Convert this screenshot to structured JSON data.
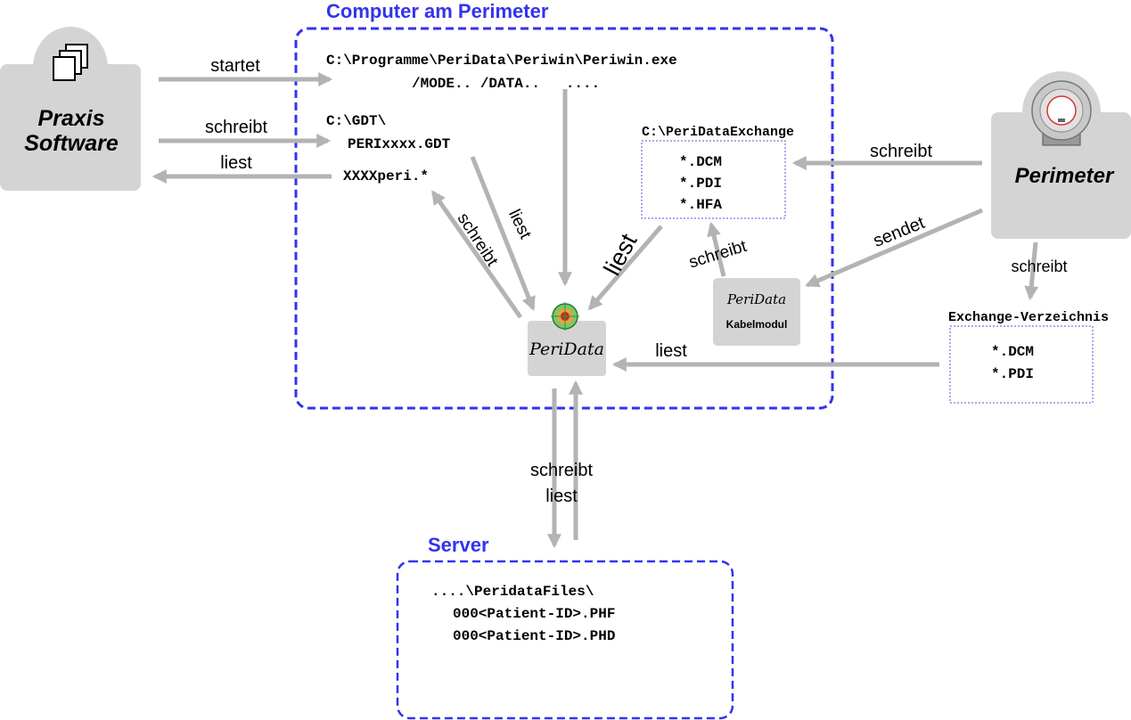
{
  "colors": {
    "frame_blue": "#3333ee",
    "arrow_gray": "#b3b3b3",
    "box_gray": "#d4d4d4",
    "box_border_blue": "#5555dd",
    "text_black": "#000000"
  },
  "boxes": {
    "computer": {
      "title": "Computer am Perimeter",
      "exe_line1": "C:\\Programme\\PeriData\\Periwin\\Periwin.exe",
      "exe_line2": "/MODE.. /DATA..   ....",
      "gdt_dir": "C:\\GDT\\",
      "gdt_file": "PERIxxxx.GDT",
      "gdt_return_file": "XXXXperi.*",
      "exchange_title": "C:\\PeriDataExchange",
      "exchange_files": [
        "*.DCM",
        "*.PDI",
        "*.HFA"
      ]
    },
    "server": {
      "title": "Server",
      "path": "....\\PeridataFiles\\",
      "files": [
        "000<Patient-ID>.PHF",
        "000<Patient-ID>.PHD"
      ]
    },
    "exchange_dir": {
      "title": "Exchange-Verzeichnis",
      "files": [
        "*.DCM",
        "*.PDI"
      ]
    }
  },
  "nodes": {
    "praxis": {
      "line1": "Praxis",
      "line2": "Software",
      "icon": "windows-stack-icon"
    },
    "perimeter": {
      "label": "Perimeter",
      "icon": "perimeter-device-icon"
    },
    "peridata": {
      "label": "PeriData",
      "icon": "target-icon"
    },
    "kabelmodul": {
      "logo": "PeriData",
      "label": "Kabelmodul"
    }
  },
  "arrows": {
    "startet": "startet",
    "schreibt_praxis": "schreibt",
    "liest_praxis": "liest",
    "schreibt_diag": "schreibt",
    "liest_diag": "liest",
    "liest_exchange": "liest",
    "schreibt_kabel": "schreibt",
    "schreibt_perimeter": "schreibt",
    "sendet": "sendet",
    "schreibt_down": "schreibt",
    "liest_exchdir": "liest",
    "server_schreibt": "schreibt",
    "server_liest": "liest"
  }
}
